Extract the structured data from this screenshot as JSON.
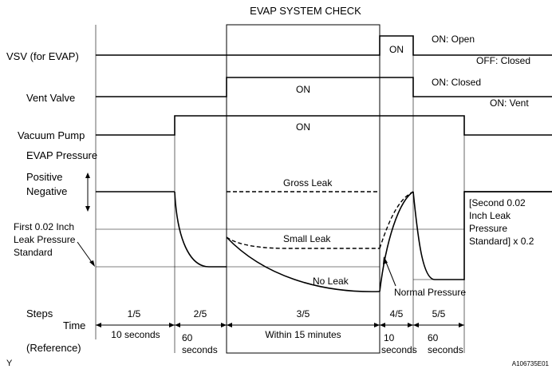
{
  "title": "EVAP SYSTEM CHECK",
  "signals": {
    "vsv": {
      "label": "VSV (for EVAP)",
      "on_box": "ON",
      "state_on": "ON: Open",
      "state_off": "OFF: Closed"
    },
    "vent_valve": {
      "label": "Vent Valve",
      "on_box": "ON",
      "state_on": "ON: Closed",
      "state_vent": "ON: Vent"
    },
    "vacuum_pump": {
      "label": "Vacuum Pump",
      "on_box": "ON"
    }
  },
  "pressure": {
    "label": "EVAP Pressure",
    "positive": "Positive",
    "negative": "Negative",
    "first_standard": [
      "First 0.02 Inch",
      "Leak Pressure",
      "Standard"
    ],
    "second_standard": [
      "[Second 0.02",
      "Inch Leak",
      "Pressure",
      "Standard] x 0.2"
    ],
    "curves": {
      "gross_leak": "Gross Leak",
      "small_leak": "Small Leak",
      "no_leak": "No Leak",
      "normal_pressure": "Normal Pressure"
    }
  },
  "rows": {
    "steps": "Steps",
    "time": "Time",
    "reference": "(Reference)"
  },
  "steps": [
    "1/5",
    "2/5",
    "3/5",
    "4/5",
    "5/5"
  ],
  "times": [
    [
      "10 seconds"
    ],
    [
      "60",
      "seconds"
    ],
    [
      "Within 15 minutes"
    ],
    [
      "10",
      "seconds"
    ],
    [
      "60",
      "seconds"
    ]
  ],
  "footer": {
    "left": "Y",
    "code": "A106735E01"
  }
}
